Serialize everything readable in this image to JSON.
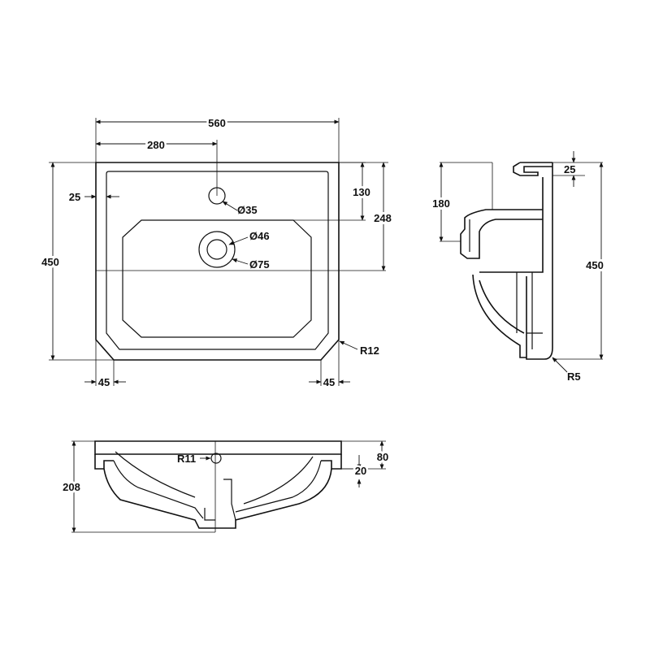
{
  "views": {
    "plan": {
      "width_label": "560",
      "half_width_label": "280",
      "depth_label": "450",
      "rim_label": "25",
      "tap_offset_label": "130",
      "bowl_offset_label": "248",
      "tap_hole_label": "Ø35",
      "waste_label": "Ø46",
      "waste_outer_label": "Ø75",
      "corner_radius_label": "R12",
      "chamfer_left_label": "45",
      "chamfer_right_label": "45"
    },
    "side": {
      "rim_label": "25",
      "depth_label": "450",
      "overflow_label": "180",
      "radius_label": "R5"
    },
    "front": {
      "height_label": "208",
      "rim_height_label": "80",
      "lip_label": "20",
      "overflow_radius_label": "R11"
    }
  }
}
